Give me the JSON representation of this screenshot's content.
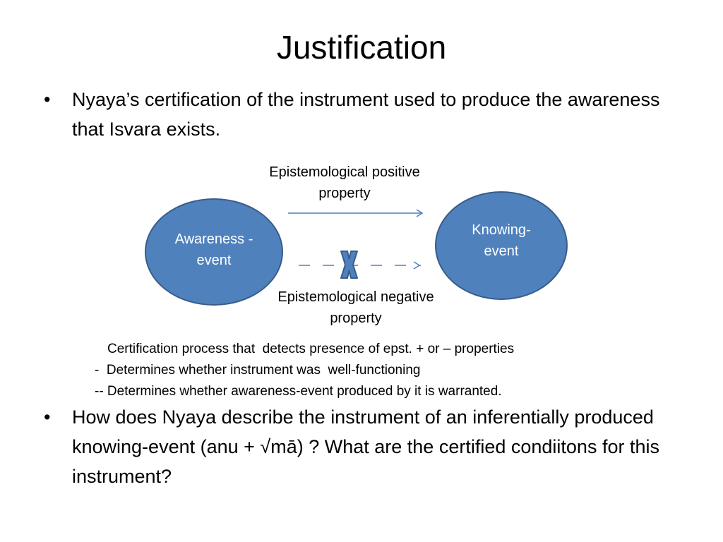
{
  "slide": {
    "title": "Justification",
    "bullets": [
      "Nyaya’s certification of the instrument used to produce the awareness that Isvara exists.",
      "How does Nyaya describe the instrument of an inferentially produced knowing-event (anu + √mā) ?  What are the certified condiitons for this instrument?"
    ],
    "bullet_glyph": "•"
  },
  "diagram": {
    "nodes": {
      "awareness": "Awareness -event",
      "knowing": "Knowing- event"
    },
    "positive_label": "Epistemological positive property",
    "negative_label": "Epistemological negative property",
    "negative_marker_icon": "x-mark-icon",
    "colors": {
      "node_fill": "#4f81bd",
      "node_border": "#385d8a",
      "arrow": "#4f81bd"
    }
  },
  "certification": {
    "line1": "Certification process that  detects presence of epst. + or – properties",
    "line2": "-  Determines whether instrument was  well-functioning",
    "line3": "-- Determines whether awareness-event produced by it is warranted."
  }
}
